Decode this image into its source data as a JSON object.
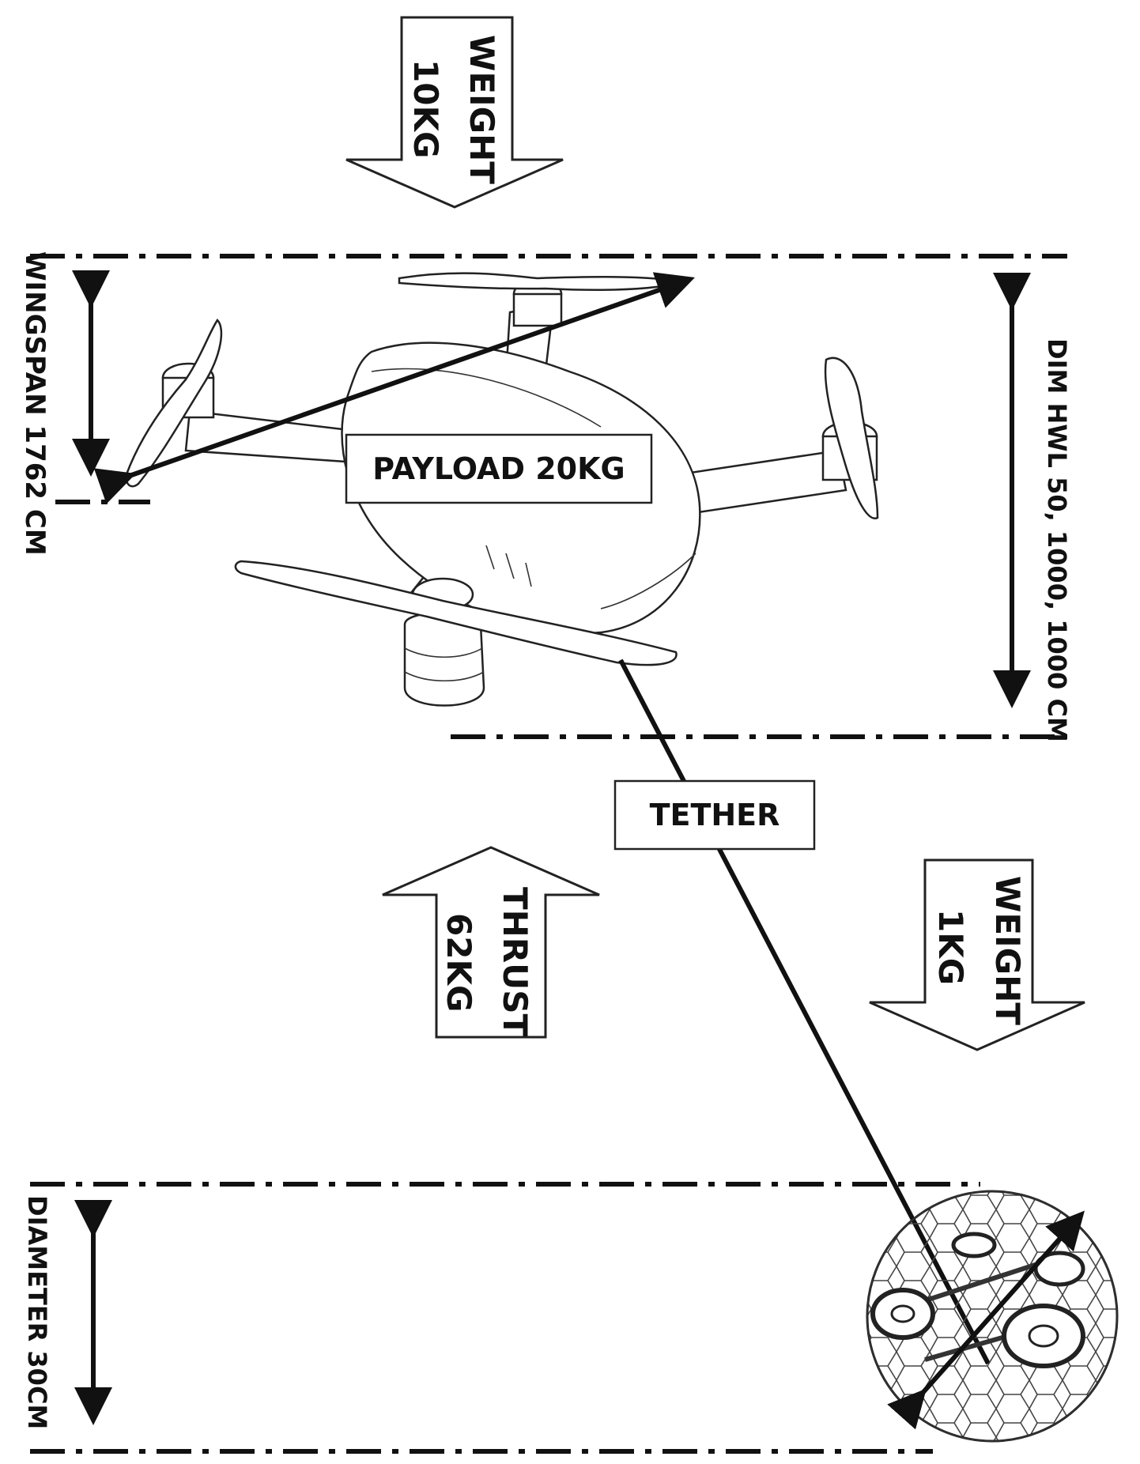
{
  "labels": {
    "weight_top": "WEIGHT",
    "weight_top_value": "10KG",
    "wingspan": "WINGSPAN 1762 CM",
    "payload": "PAYLOAD 20KG",
    "dim": "DIM HWL 50, 1000, 1000 CM",
    "tether": "TETHER",
    "thrust": "THRUST",
    "thrust_value": "62KG",
    "weight_bottom": "WEIGHT",
    "weight_bottom_value": "1KG",
    "diameter": "DIAMETER  30CM"
  }
}
